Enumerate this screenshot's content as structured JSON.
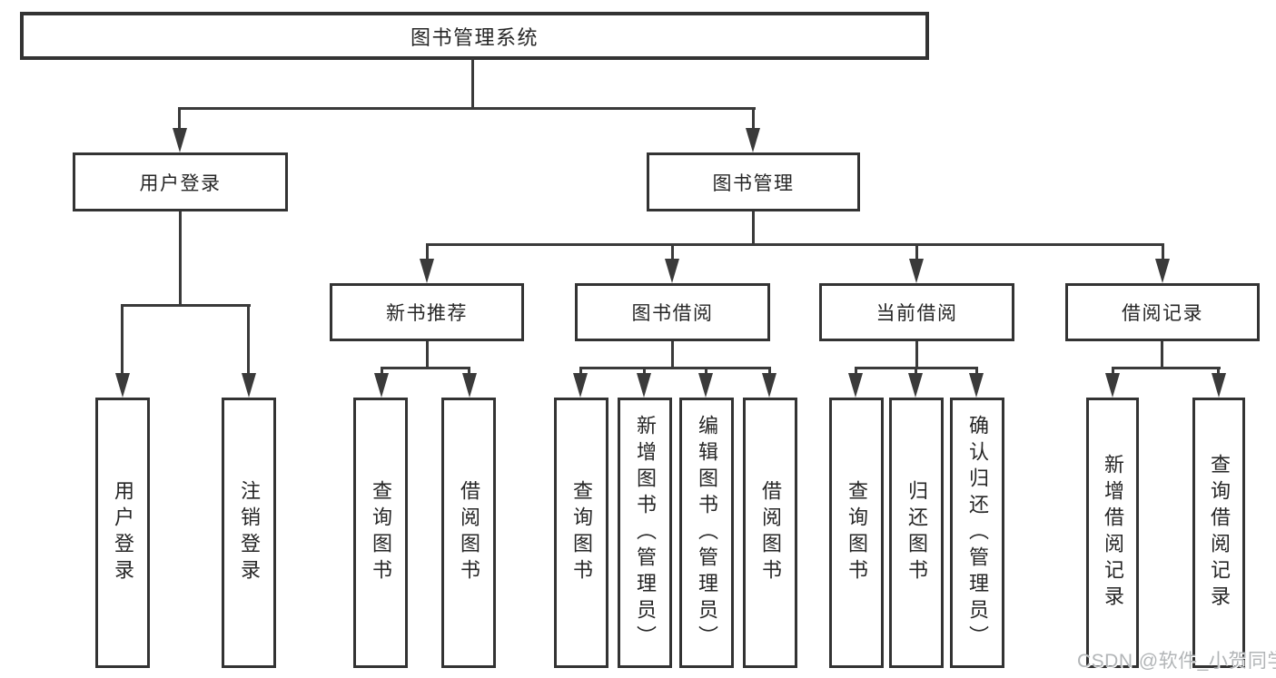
{
  "colors": {
    "line": "#3a3a3a",
    "box_border": "#333333",
    "text": "#262626",
    "background": "#ffffff",
    "watermark": "#b2b5b7"
  },
  "watermark": {
    "text": "CSDN @软件_小贺同学"
  },
  "tree": {
    "root": {
      "label": "图书管理系统"
    },
    "children": [
      {
        "label": "用户登录",
        "children": [
          {
            "label": "用户登录"
          },
          {
            "label": "注销登录"
          }
        ]
      },
      {
        "label": "图书管理",
        "children": [
          {
            "label": "新书推荐",
            "children": [
              {
                "label": "查询图书"
              },
              {
                "label": "借阅图书"
              }
            ]
          },
          {
            "label": "图书借阅",
            "children": [
              {
                "label": "查询图书"
              },
              {
                "label": "新增图书（管理员）"
              },
              {
                "label": "编辑图书（管理员）"
              },
              {
                "label": "借阅图书"
              }
            ]
          },
          {
            "label": "当前借阅",
            "children": [
              {
                "label": "查询图书"
              },
              {
                "label": "归还图书"
              },
              {
                "label": "确认归还（管理员）"
              }
            ]
          },
          {
            "label": "借阅记录",
            "children": [
              {
                "label": "新增借阅记录"
              },
              {
                "label": "查询借阅记录"
              }
            ]
          }
        ]
      }
    ]
  }
}
